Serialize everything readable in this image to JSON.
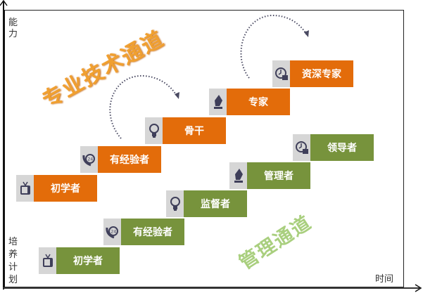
{
  "axes": {
    "y_label_top": [
      "能",
      "力"
    ],
    "y_label_bottom": [
      "培",
      "养",
      "计",
      "划"
    ],
    "x_label": "时间"
  },
  "tracks": {
    "technical": {
      "title": "专业技术通道",
      "color": "#e36c0a",
      "steps": [
        {
          "label": "初学者",
          "icon": "tv-icon"
        },
        {
          "label": "有经验者",
          "icon": "phone-24-icon"
        },
        {
          "label": "骨干",
          "icon": "lightbulb-icon"
        },
        {
          "label": "专家",
          "icon": "pen-nib-icon"
        },
        {
          "label": "资深专家",
          "icon": "clock-24-icon"
        }
      ]
    },
    "management": {
      "title": "管理通道",
      "color": "#77933c",
      "steps": [
        {
          "label": "初学者",
          "icon": "tv-icon"
        },
        {
          "label": "有经验者",
          "icon": "phone-24-icon"
        },
        {
          "label": "监督者",
          "icon": "lightbulb-icon"
        },
        {
          "label": "管理者",
          "icon": "pen-nib-icon"
        },
        {
          "label": "领导者",
          "icon": "clock-24-icon"
        }
      ]
    }
  }
}
